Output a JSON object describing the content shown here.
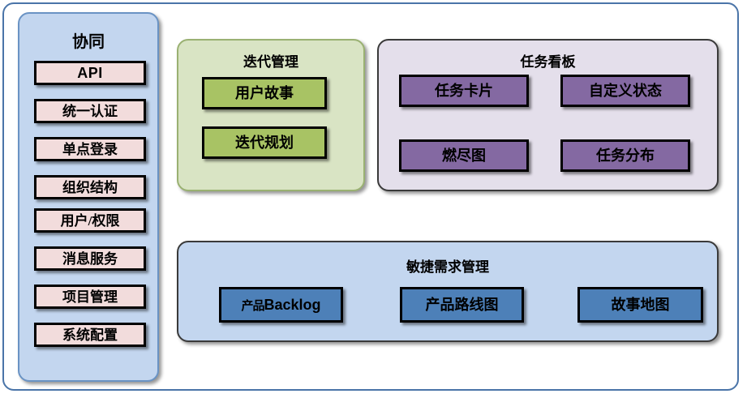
{
  "diagram": {
    "title": "",
    "colors": {
      "frame_border": "#4a74a8",
      "sidebar_bg": "#c3d6ef",
      "sidebar_chip": "#f2dcdc",
      "iteration_bg": "#d9e4c4",
      "iteration_chip": "#a8c364",
      "taskboard_bg": "#e4dfeb",
      "taskboard_chip": "#8469a2",
      "agile_bg": "#c3d6ef",
      "agile_chip": "#4d80b8"
    }
  },
  "sidebar": {
    "title": "协同",
    "items": [
      {
        "label": "API"
      },
      {
        "label": "统一认证"
      },
      {
        "label": "单点登录"
      },
      {
        "label": "组织结构"
      },
      {
        "label": "用户/权限"
      },
      {
        "label": "消息服务"
      },
      {
        "label": "项目管理"
      },
      {
        "label": "系统配置"
      }
    ]
  },
  "iteration": {
    "title": "迭代管理",
    "items": [
      {
        "label": "用户故事"
      },
      {
        "label": "迭代规划"
      }
    ]
  },
  "taskboard": {
    "title": "任务看板",
    "items": [
      {
        "label": "任务卡片"
      },
      {
        "label": "自定义状态"
      },
      {
        "label": "燃尽图"
      },
      {
        "label": "任务分布"
      }
    ]
  },
  "agile": {
    "title": "敏捷需求管理",
    "items": [
      {
        "label_cjk": "产品",
        "label_latin": "Backlog",
        "label": "产品Backlog"
      },
      {
        "label": "产品路线图"
      },
      {
        "label": "故事地图"
      }
    ]
  }
}
